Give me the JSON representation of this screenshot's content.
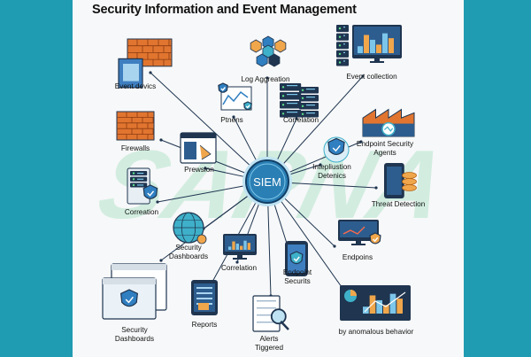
{
  "title": "Security Information and Event Management",
  "hub": {
    "label": "SIEM",
    "color": "#2a7fb4"
  },
  "watermark": "SAPNA",
  "colors": {
    "background": "#1f9bb2",
    "card": "#f7f8f9",
    "navy": "#1f3550",
    "blue": "#2f7fc1",
    "brick": "#e1752f",
    "orange": "#f0a64b",
    "teal": "#3fb0c9",
    "line": "#1f3550"
  },
  "nodes": [
    {
      "label": "Event devics",
      "icon": "brick-wall-document-icon"
    },
    {
      "label": "Log Aggreation",
      "icon": "hexagon-cluster-icon"
    },
    {
      "label": "Event collection",
      "icon": "monitor-server-icon"
    },
    {
      "label": "Ptnens",
      "icon": "shield-chart-icon"
    },
    {
      "label": "Correlation",
      "icon": "server-rack-icon"
    },
    {
      "label": "Firewalls",
      "icon": "firewall-icon"
    },
    {
      "label": "Prewsion",
      "icon": "dashboard-window-icon"
    },
    {
      "label": "Endpoint Security\nAgents",
      "icon": "factory-icon"
    },
    {
      "label": "Intepliustion\nDetenics",
      "icon": "shield-check-icon"
    },
    {
      "label": "Threat Detection",
      "icon": "tablet-database-icon"
    },
    {
      "label": "Correation",
      "icon": "server-shield-icon"
    },
    {
      "label": "Security\nDashboards",
      "icon": "globe-icon"
    },
    {
      "label": "Correlation",
      "icon": "analytics-monitor-icon"
    },
    {
      "label": "Endpoint\nSecurits",
      "icon": "phone-shield-icon"
    },
    {
      "label": "Endpoins",
      "icon": "monitor-shield-icon"
    },
    {
      "label": "Security\nDashboards",
      "icon": "browser-shield-icon"
    },
    {
      "label": "Reports",
      "icon": "tablet-report-icon"
    },
    {
      "label": "Alerts\nTiggered",
      "icon": "document-search-icon"
    },
    {
      "label": "by anomalous behavior",
      "icon": "analytics-screen-icon"
    }
  ]
}
